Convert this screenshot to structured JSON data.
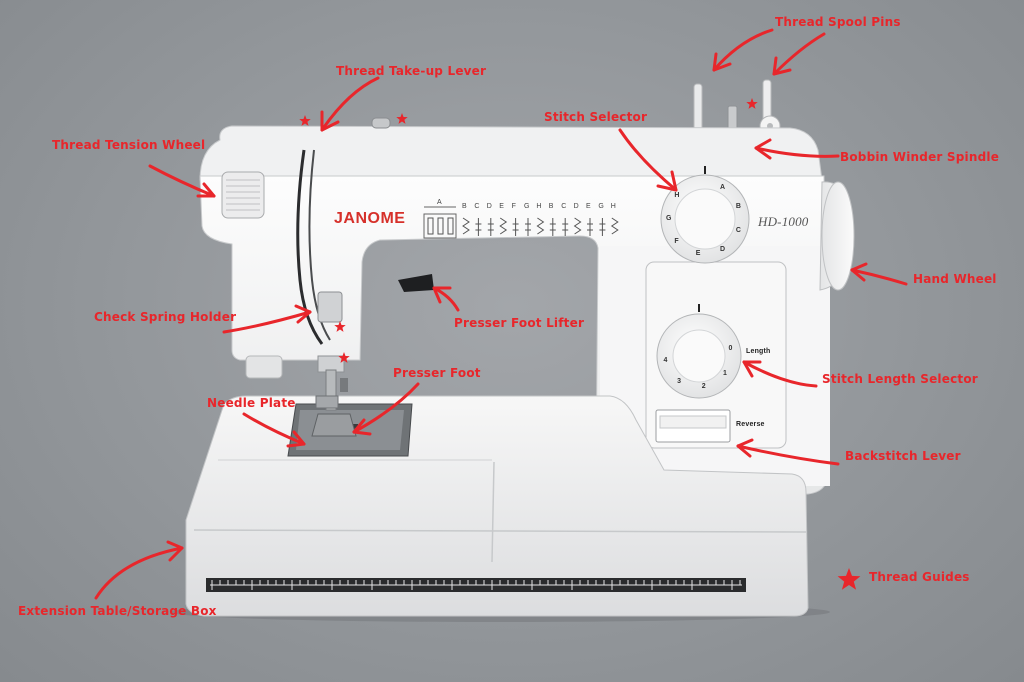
{
  "accent_color": "#e8262b",
  "machine": {
    "brand": "JANOME",
    "model": "HD-1000",
    "length_label": "Length",
    "reverse_label": "Reverse",
    "stitch_group_label": "A",
    "stitch_letters": [
      "B",
      "C",
      "D",
      "E",
      "F",
      "G",
      "H",
      "B",
      "C",
      "D",
      "E",
      "G",
      "H"
    ],
    "selector_letters": [
      "A",
      "B",
      "C",
      "D",
      "E",
      "F",
      "G",
      "H"
    ],
    "length_numbers": [
      "0",
      "1",
      "2",
      "3",
      "4"
    ]
  },
  "labels": {
    "thread_spool_pins": "Thread Spool Pins",
    "thread_takeup_lever": "Thread Take-up Lever",
    "stitch_selector": "Stitch Selector",
    "bobbin_winder_spindle": "Bobbin Winder Spindle",
    "thread_tension_wheel": "Thread Tension Wheel",
    "hand_wheel": "Hand Wheel",
    "check_spring_holder": "Check Spring Holder",
    "presser_foot_lifter": "Presser Foot Lifter",
    "stitch_length_selector": "Stitch Length Selector",
    "presser_foot": "Presser Foot",
    "needle_plate": "Needle Plate",
    "backstitch_lever": "Backstitch Lever",
    "extension_table": "Extension Table/Storage Box",
    "thread_guides_legend": "Thread Guides"
  },
  "legend": {
    "thread_guides_icon": "red-star-icon"
  }
}
